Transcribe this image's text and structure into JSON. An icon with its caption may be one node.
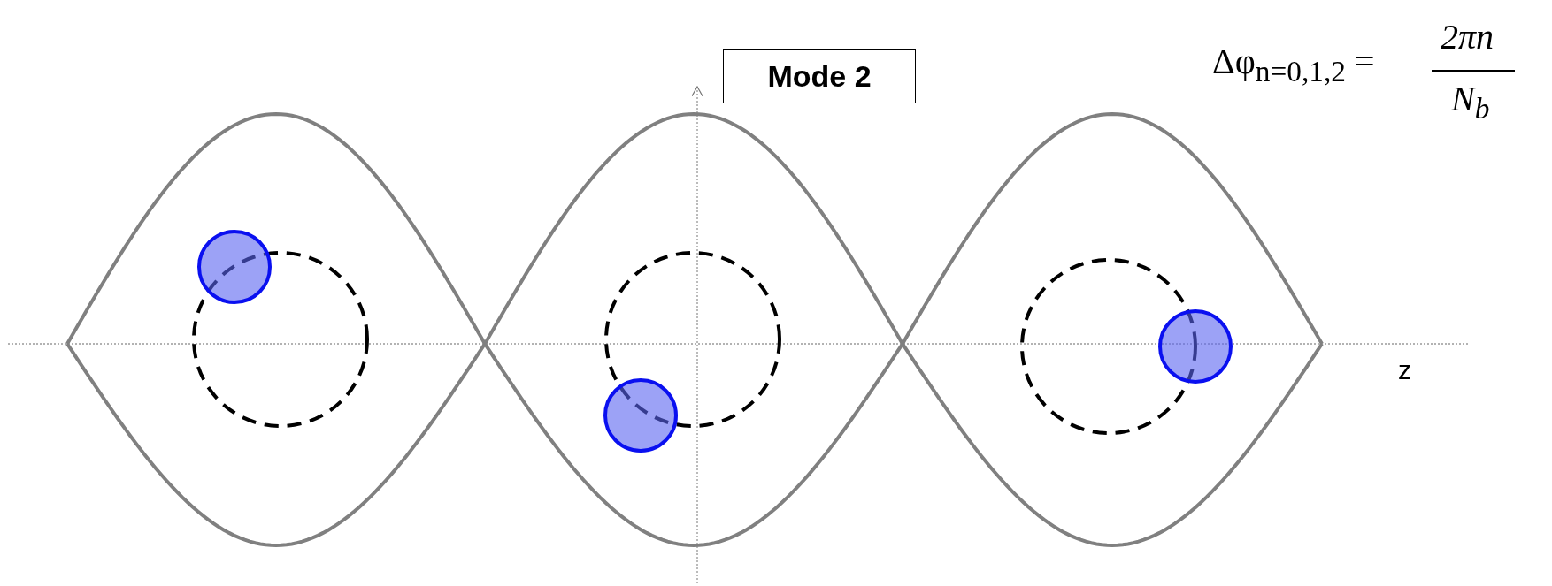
{
  "diagram": {
    "nodes": [
      {
        "text": [
          "Mode 2"
        ]
      }
    ],
    "labels": [
      "Δφ$_{n=0,1,2}$ =",
      "2πn",
      "N$_{b}$",
      "z"
    ]
  }
}
